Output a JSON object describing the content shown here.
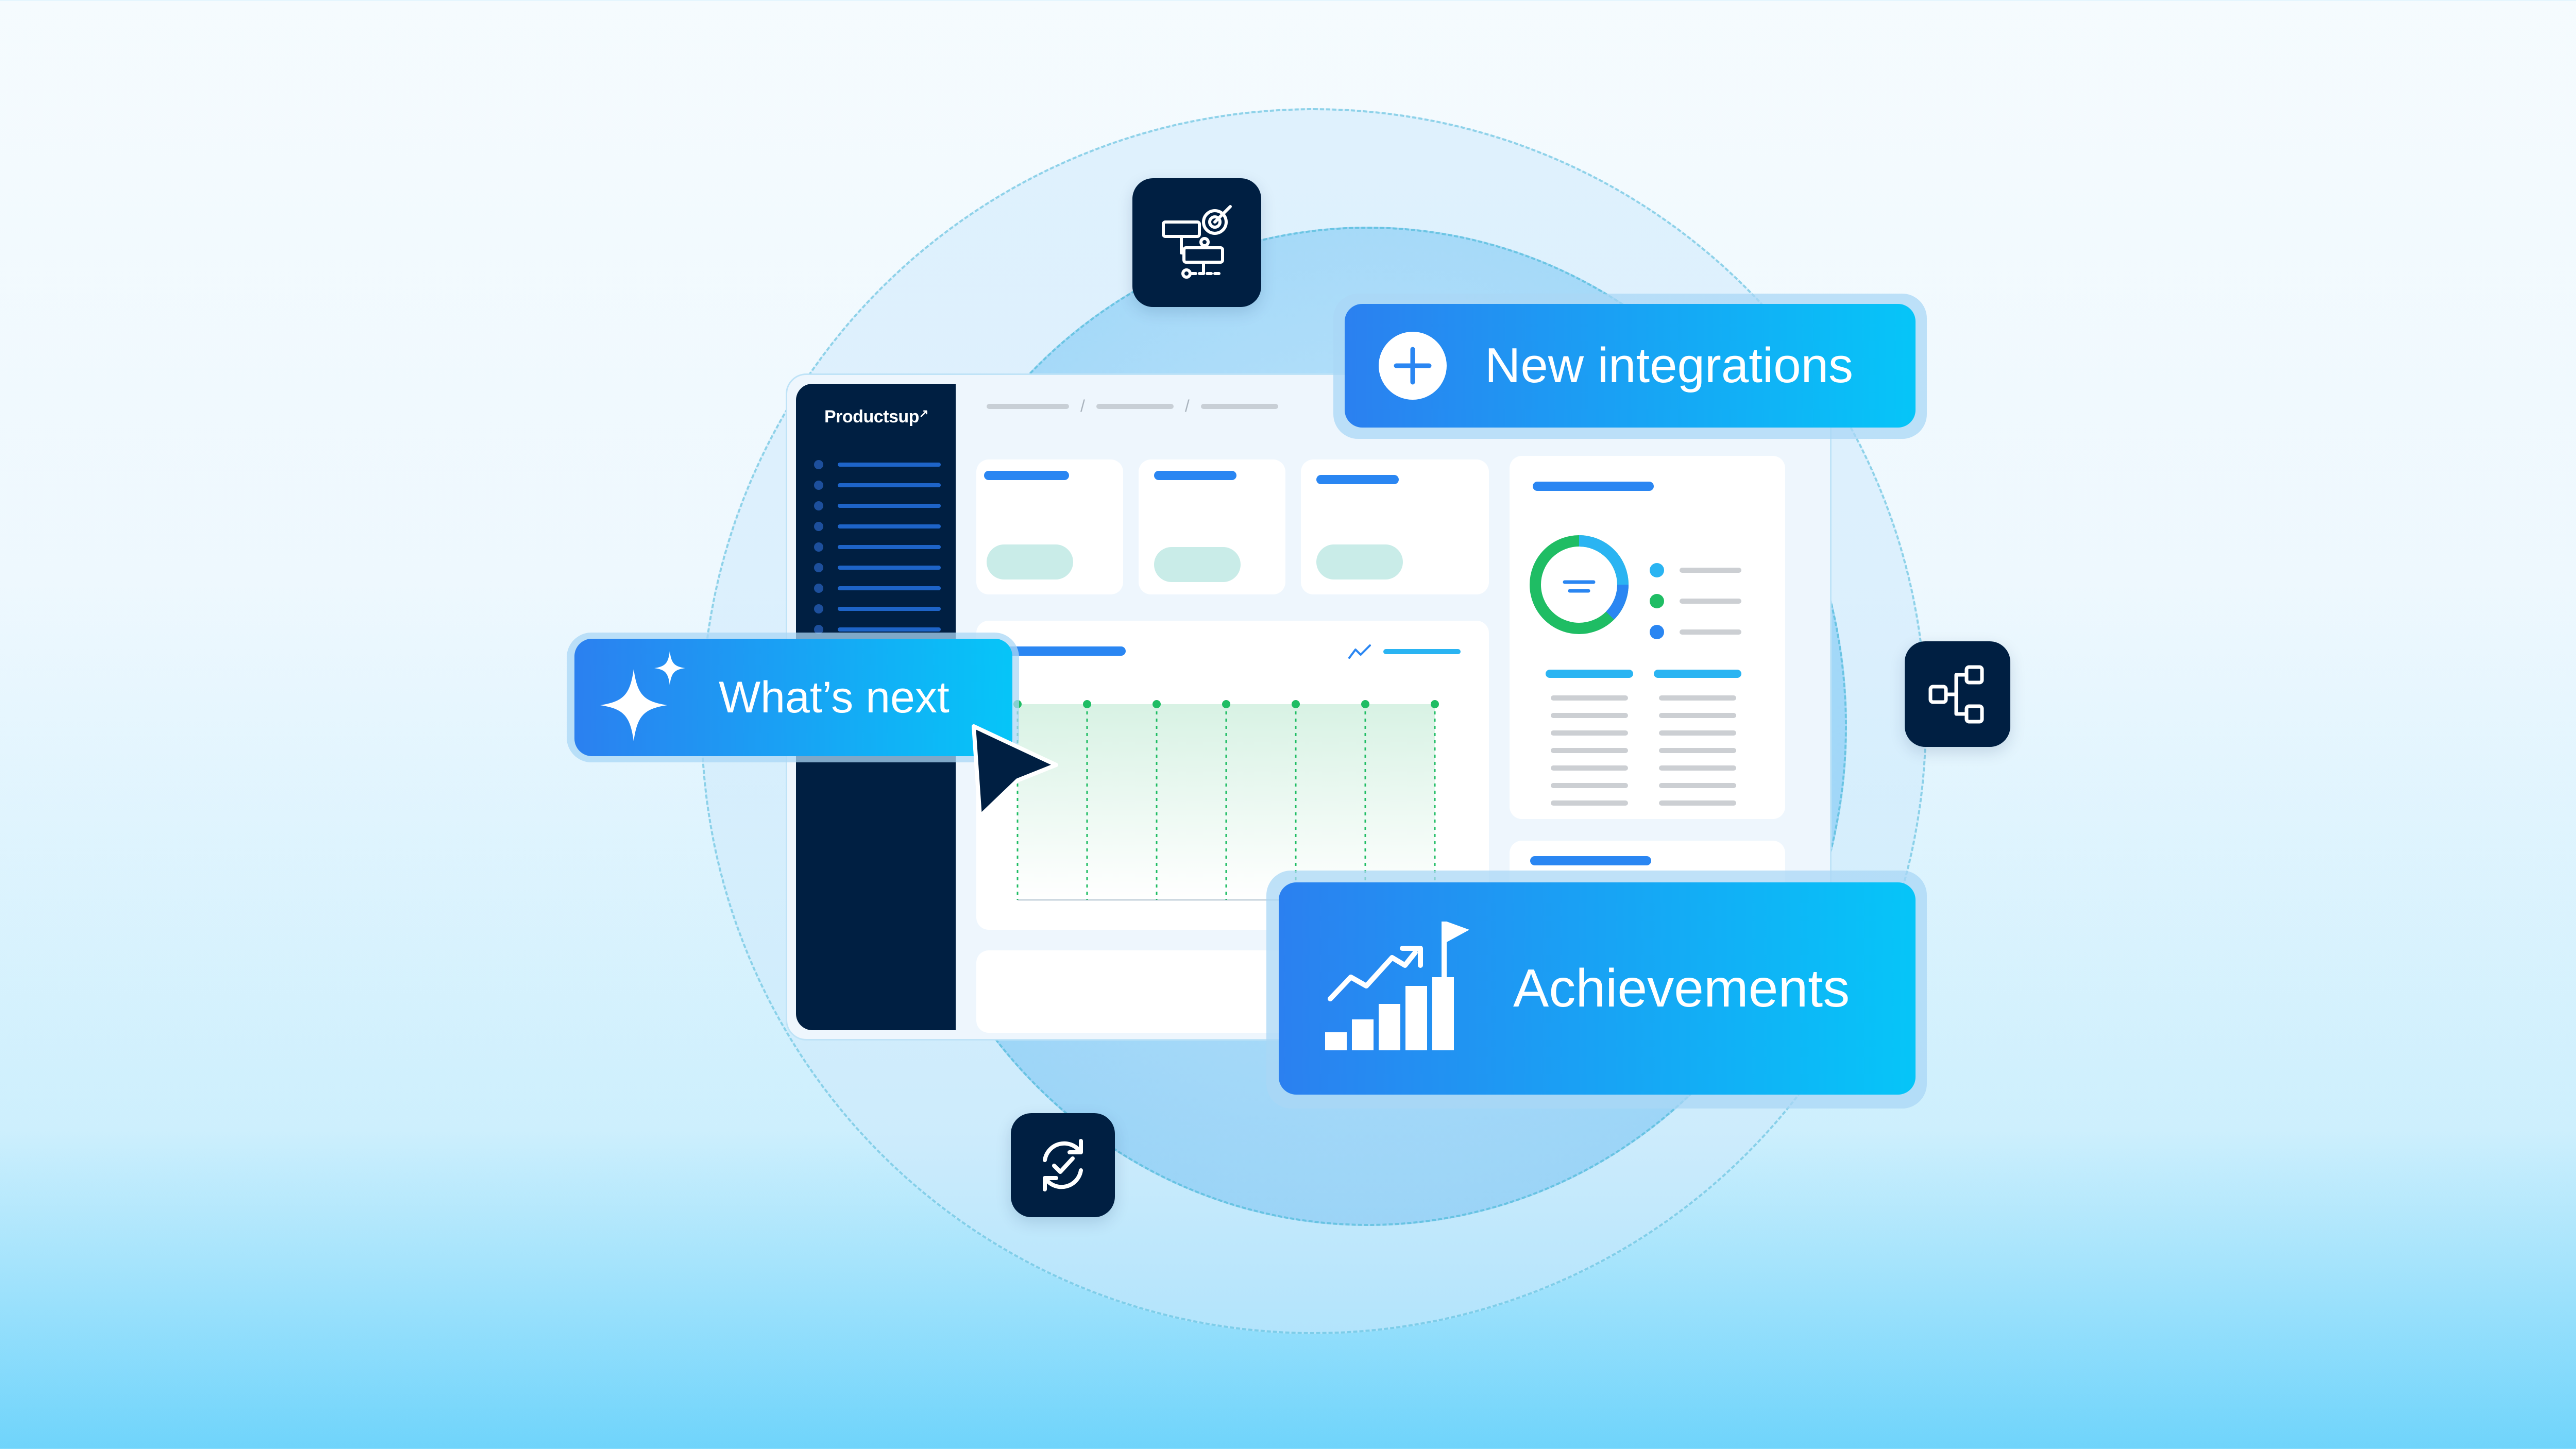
{
  "brand": {
    "name": "Productsup"
  },
  "callouts": {
    "new_integrations": "New integrations",
    "whats_next": "What’s next",
    "achievements": "Achievements"
  },
  "icons": {
    "roadmap": "roadmap-target-icon",
    "workflow": "workflow-nodes-icon",
    "sync": "sync-check-icon",
    "plus": "plus-circle-icon",
    "sparkle": "sparkle-icon",
    "achievement": "growth-chart-flag-icon",
    "cursor": "cursor-arrow-icon"
  },
  "colors": {
    "navy": "#001f42",
    "accent_blue": "#2a86f2",
    "cyan": "#06c5f8",
    "green": "#1fbd64",
    "teal_pill": "#c9ece8"
  }
}
